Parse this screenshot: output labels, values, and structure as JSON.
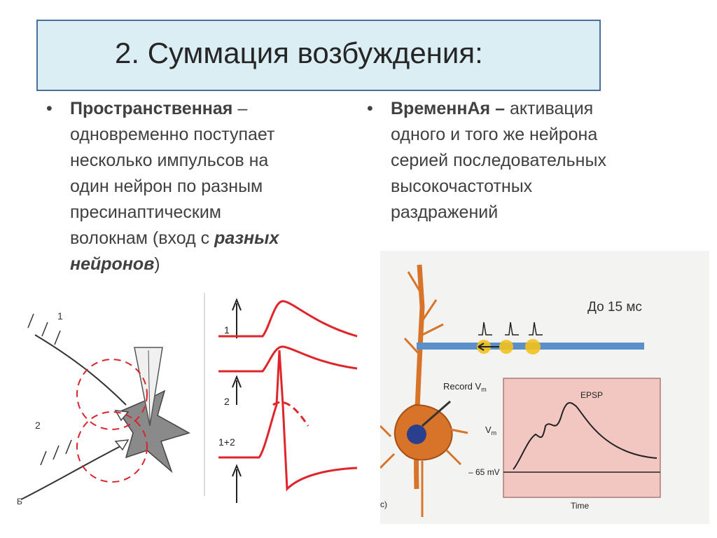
{
  "title": "2. Суммация возбуждения:",
  "left": {
    "bullet": "•",
    "term": "Пространственная",
    "dash": " –",
    "line1": "одновременно поступает",
    "line2": "несколько импульсов на",
    "line3": "один нейрон по разным",
    "line4": "пресинаптическим",
    "line5_pre": "волокнам (вход с ",
    "line5_em": "разных",
    "line6_em": "нейронов",
    "line6_post": ")"
  },
  "right": {
    "bullet": "•",
    "term": "ВременнАя –",
    "line1_post": " активация",
    "line2": "одного и того же нейрона",
    "line3": "серией последовательных",
    "line4": "высокочастотных",
    "line5": "раздражений"
  },
  "figure_left": {
    "fiber1_label": "1",
    "fiber2_label": "2",
    "corner_label": "Б",
    "trace1_label": "1",
    "trace2_label": "2",
    "trace12_label": "1+2"
  },
  "figure_right": {
    "interval_label": "До 15 мс",
    "record_label": "Record V",
    "record_sub": "m",
    "vm_label": "V",
    "vm_sub": "m",
    "epsp_label": "EPSP",
    "baseline_label": "– 65 mV",
    "time_label": "Time",
    "panel_letter": "c)"
  }
}
